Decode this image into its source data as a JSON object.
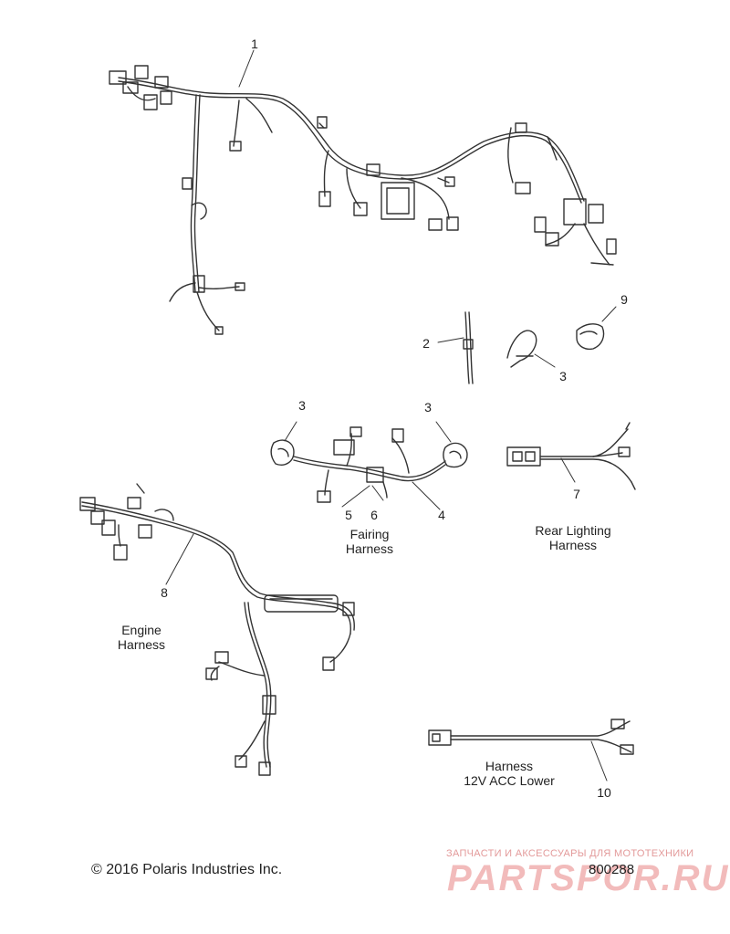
{
  "callouts": [
    "1",
    "2",
    "3",
    "3",
    "3",
    "4",
    "5",
    "6",
    "7",
    "8",
    "9",
    "10"
  ],
  "captions": {
    "fairing_line1": "Fairing",
    "fairing_line2": "Harness",
    "rear_line1": "Rear Lighting",
    "rear_line2": "Harness",
    "engine_line1": "Engine",
    "engine_line2": "Harness",
    "acc_line1": "Harness",
    "acc_line2": "12V ACC Lower"
  },
  "copyright": "© 2016 Polaris Industries Inc.",
  "figure_number": "800288",
  "watermark": {
    "tagline": "ЗАПЧАСТИ И АКСЕССУАРЫ ДЛЯ МОТОТЕХНИКИ",
    "logo": "PARTSPOR.RU"
  },
  "colors": {
    "line": "#333333",
    "watermark": "#e8a0a0"
  }
}
